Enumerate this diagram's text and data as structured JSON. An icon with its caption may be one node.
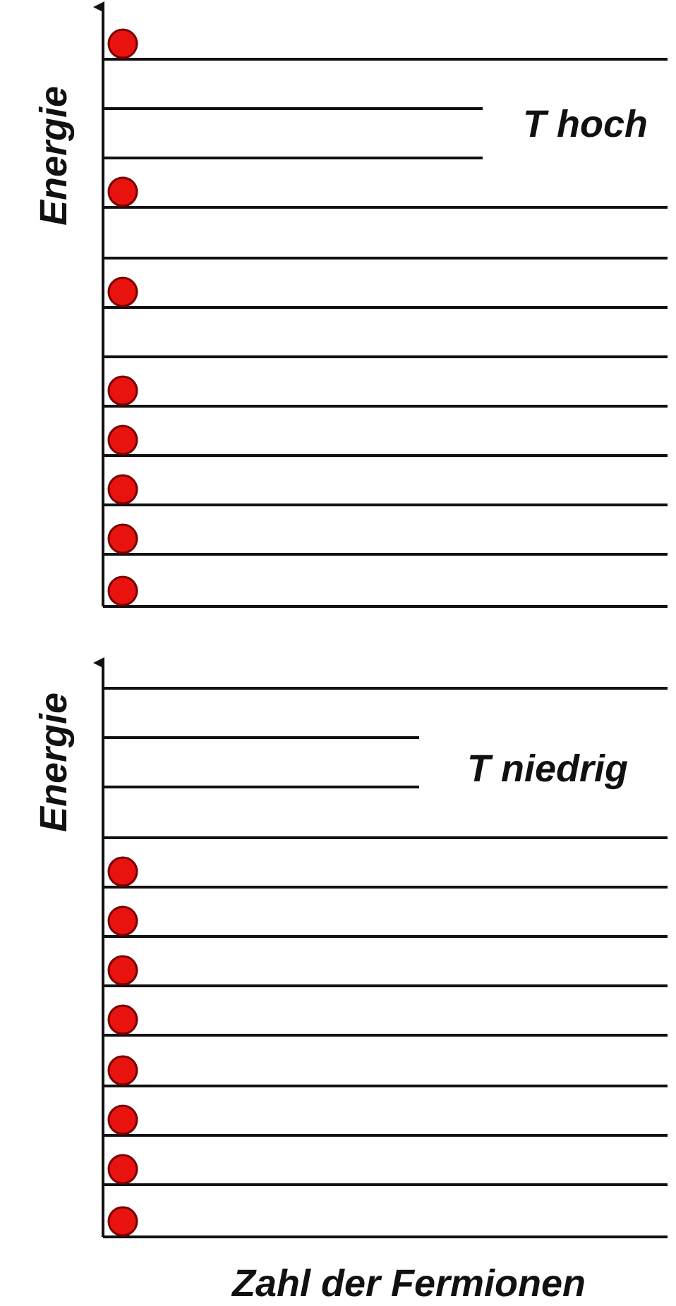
{
  "diagram": {
    "labels": [
      "Energie",
      "T hoch",
      "Energie",
      "T niedrig",
      "Zahl der Fermionen"
    ]
  }
}
